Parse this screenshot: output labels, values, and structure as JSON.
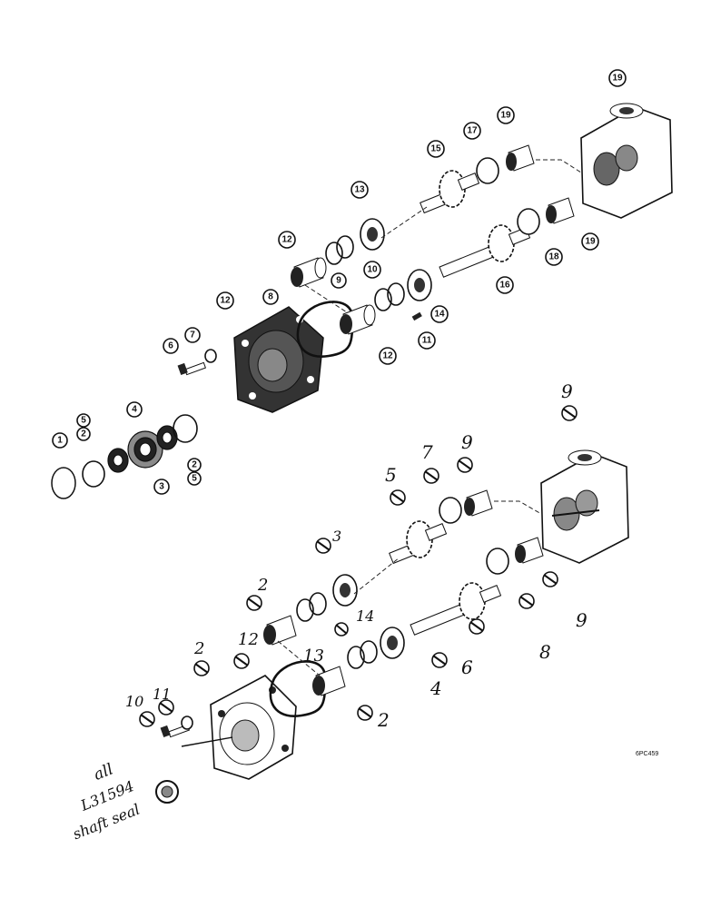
{
  "callouts_upper": [
    {
      "id": "c1",
      "label": "1"
    },
    {
      "id": "c2a",
      "label": "2"
    },
    {
      "id": "c5a",
      "label": "5"
    },
    {
      "id": "c3",
      "label": "3"
    },
    {
      "id": "c4",
      "label": "4"
    },
    {
      "id": "c2b",
      "label": "2"
    },
    {
      "id": "c5b",
      "label": "5"
    },
    {
      "id": "c6",
      "label": "6"
    },
    {
      "id": "c7",
      "label": "7"
    },
    {
      "id": "c8",
      "label": "8"
    },
    {
      "id": "c12a",
      "label": "12"
    },
    {
      "id": "c12b",
      "label": "12"
    },
    {
      "id": "c9",
      "label": "9"
    },
    {
      "id": "c10",
      "label": "10"
    },
    {
      "id": "c11",
      "label": "11"
    },
    {
      "id": "c12c",
      "label": "12"
    },
    {
      "id": "c13",
      "label": "13"
    },
    {
      "id": "c14",
      "label": "14"
    },
    {
      "id": "c15",
      "label": "15"
    },
    {
      "id": "c16",
      "label": "16"
    },
    {
      "id": "c17",
      "label": "17"
    },
    {
      "id": "c18",
      "label": "18"
    },
    {
      "id": "c19a",
      "label": "19"
    },
    {
      "id": "c19b",
      "label": "19"
    },
    {
      "id": "c19c",
      "label": "19"
    }
  ],
  "handwritten_numbers": [
    {
      "id": "h9top",
      "label": "9"
    },
    {
      "id": "h7",
      "label": "7"
    },
    {
      "id": "h9b",
      "label": "9"
    },
    {
      "id": "h5",
      "label": "5"
    },
    {
      "id": "h3",
      "label": "3"
    },
    {
      "id": "h2a",
      "label": "2"
    },
    {
      "id": "h14",
      "label": "14"
    },
    {
      "id": "h13",
      "label": "13"
    },
    {
      "id": "h12",
      "label": "12"
    },
    {
      "id": "h2b",
      "label": "2"
    },
    {
      "id": "h10",
      "label": "10"
    },
    {
      "id": "h11",
      "label": "11"
    },
    {
      "id": "h6",
      "label": "6"
    },
    {
      "id": "h8",
      "label": "8"
    },
    {
      "id": "h9c",
      "label": "9"
    },
    {
      "id": "h4",
      "label": "4"
    },
    {
      "id": "h2c",
      "label": "2"
    }
  ],
  "handwritten_note": [
    "all",
    "L31594",
    "shaft seal"
  ],
  "figure_code": "6PC459"
}
